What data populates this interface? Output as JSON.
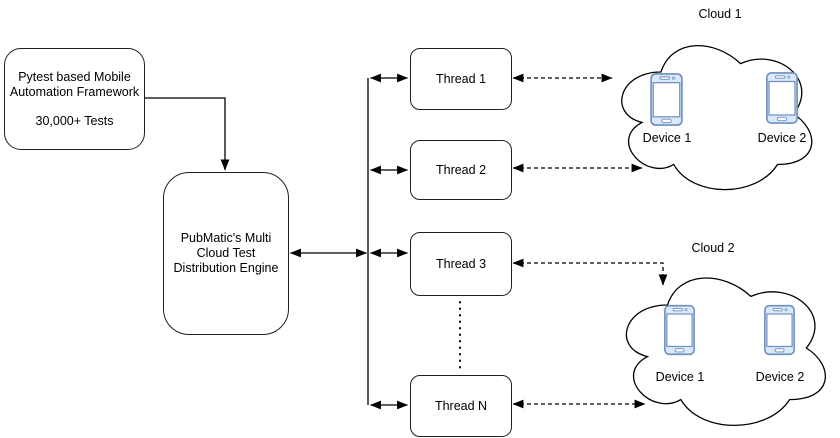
{
  "framework_box": {
    "line1": "Pytest based Mobile",
    "line2": "Automation Framework",
    "tests": "30,000+ Tests"
  },
  "engine_box": {
    "line1": "PubMatic's Multi",
    "line2": "Cloud Test",
    "line3": "Distribution Engine"
  },
  "threads": [
    {
      "label": "Thread 1"
    },
    {
      "label": "Thread 2"
    },
    {
      "label": "Thread 3"
    },
    {
      "label": "Thread N"
    }
  ],
  "clouds": [
    {
      "label": "Cloud 1",
      "devices": [
        {
          "label": "Device 1"
        },
        {
          "label": "Device 2"
        }
      ]
    },
    {
      "label": "Cloud 2",
      "devices": [
        {
          "label": "Device 1"
        },
        {
          "label": "Device 2"
        }
      ]
    }
  ],
  "icons": {
    "device": "smartphone-icon"
  },
  "colors": {
    "line": "#000000",
    "box_border": "#1f1f1f",
    "box_fill": "#ffffff",
    "device_stroke": "#6c8ebf",
    "device_bezel": "#dae8fc"
  }
}
